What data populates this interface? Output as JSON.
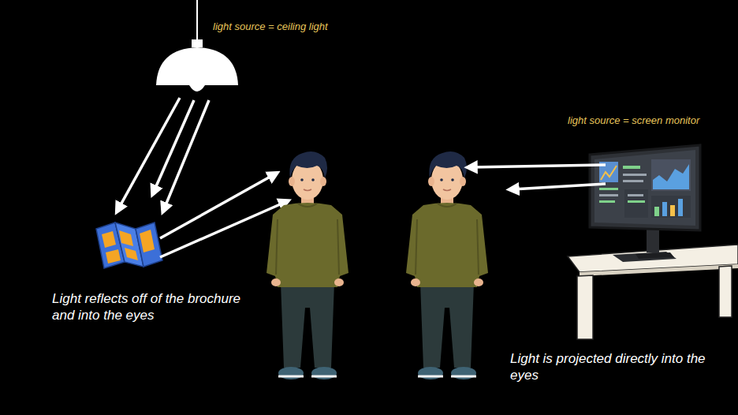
{
  "diagram": {
    "labels": [
      "light source = ceiling light",
      "Light reflects off of the brochure and into the eyes",
      "light source = screen monitor",
      "Light is projected directly into the eyes"
    ]
  }
}
